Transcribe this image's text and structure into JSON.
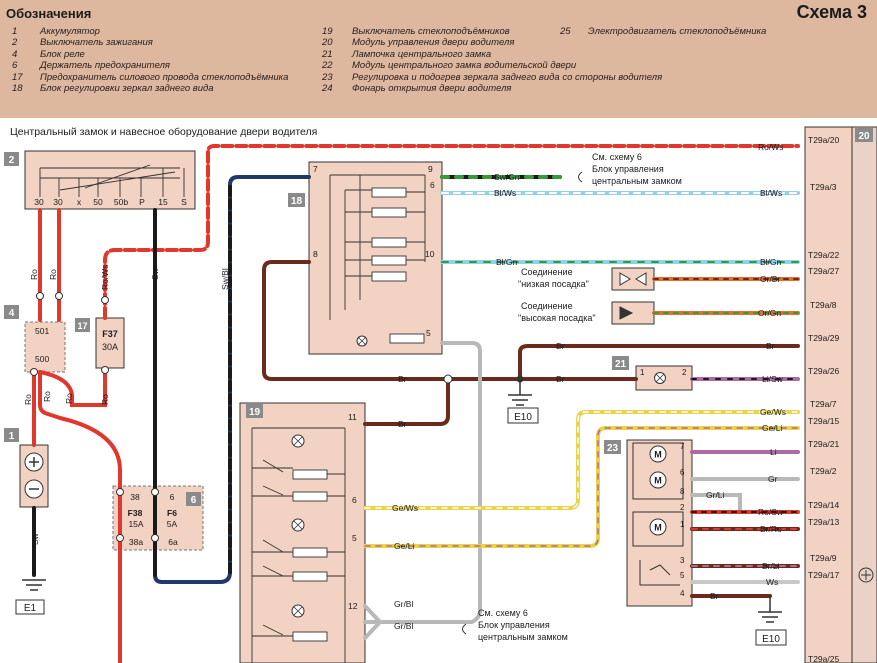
{
  "legend": {
    "title": "Обозначения",
    "scheme_title": "Схема 3",
    "col1": [
      {
        "num": "1",
        "text": "Аккумулятор"
      },
      {
        "num": "2",
        "text": "Выключатель зажигания"
      },
      {
        "num": "4",
        "text": "Блок реле"
      },
      {
        "num": "6",
        "text": "Держатель предохранителя"
      },
      {
        "num": "17",
        "text": "Предохранитель силового провода стеклоподъёмника"
      },
      {
        "num": "18",
        "text": "Блок регулировки зеркал заднего вида"
      }
    ],
    "col2": [
      {
        "num": "19",
        "text": "Выключатель стеклоподъёмников"
      },
      {
        "num": "20",
        "text": "Модуль управления двери водителя"
      },
      {
        "num": "21",
        "text": "Лампочка центрального замка"
      },
      {
        "num": "22",
        "text": "Модуль центрального замка водительской двери"
      },
      {
        "num": "23",
        "text": "Регулировка и подогрев зеркала заднего вида со стороны водителя"
      },
      {
        "num": "24",
        "text": "Фонарь открытия двери водителя"
      }
    ],
    "col3": [
      {
        "num": "25",
        "text": "Электродвигатель стеклоподъёмника"
      }
    ]
  },
  "subtitle": "Центральный замок и навесное оборудование двери водителя",
  "colors": {
    "header_bg": "#ddb79e",
    "component_fill": "#f2d2c2",
    "wire_red": "#e0382c",
    "wire_brown": "#6b2a1c",
    "wire_lightblue": "#8fd3e8",
    "wire_yellow": "#e8d448",
    "wire_orange": "#e0702c",
    "wire_purple": "#b06aa0",
    "wire_gray": "#b8b8b8",
    "wire_navy": "#1f3a68"
  },
  "components": {
    "c1": "1",
    "c2": "2",
    "c4": "4",
    "c6": "6",
    "c17": "17",
    "c18": "18",
    "c19": "19",
    "c20": "20",
    "c21": "21",
    "c23": "23"
  },
  "ignition_terminals": [
    "30",
    "30",
    "x",
    "50",
    "50b",
    "P",
    "15",
    "S"
  ],
  "relay_block": {
    "pin_top": "501",
    "pin_bottom": "500"
  },
  "fuses": {
    "f37": {
      "name": "F37",
      "rating": "30A"
    },
    "f38": {
      "name": "F38",
      "rating": "15A",
      "pin_top": "38",
      "pin_bottom": "38a"
    },
    "f6": {
      "name": "F6",
      "rating": "5A",
      "pin_top": "6",
      "pin_bottom": "6a"
    }
  },
  "wire_labels": {
    "ro_1": "Ro",
    "ro_2": "Ro",
    "ro_3": "Ro",
    "ro_4": "Ro",
    "ro_5": "Ro",
    "ro_ws": "Ro/Ws",
    "sw_1": "Sw",
    "sw_bl": "Sw/Bl",
    "sw_bat": "Sw",
    "ro_ws_top": "Ro/Ws",
    "sw_gn": "Sw/Gn",
    "bl_ws_left": "Bl/Ws",
    "bl_ws_right": "Bl/Ws",
    "bl_gn_left": "Bl/Gn",
    "bl_gn_right": "Bl/Gn",
    "or_br": "Or/Br",
    "or_gn": "Or/Gn",
    "br_1": "Br",
    "br_2": "Br",
    "br_3": "Br",
    "br_4": "Br",
    "br_11": "Br",
    "li_sw": "Li/Sw",
    "ge_ws_top": "Ge/Ws",
    "ge_li_top": "Ge/Li",
    "ge_ws": "Ge/Ws",
    "ge_li": "Ge/Li",
    "li": "Li",
    "gr": "Gr",
    "gr_li": "Gr/Li",
    "ro_sw": "Ro/Sw",
    "br_ro": "Br/Ro",
    "br_li": "Br/Li",
    "ws": "Ws",
    "br_gnd": "Br",
    "gr_bl_1": "Gr/Bl",
    "gr_bl_2": "Gr/Bl"
  },
  "module_pins": [
    "T29a/20",
    "T29a/3",
    "T29a/22",
    "T29a/27",
    "T29a/8",
    "T29a/29",
    "T29a/26",
    "T29a/7",
    "T29a/15",
    "T29a/21",
    "T29a/2",
    "T29a/14",
    "T29a/13",
    "T29a/9",
    "T29a/17",
    "T29a/25"
  ],
  "pin_numbers": {
    "p7": "7",
    "p9": "9",
    "p6": "6",
    "p8": "8",
    "p10": "10",
    "p5": "5",
    "p11": "11",
    "p6b": "6",
    "p5b": "5",
    "p12": "12",
    "p21_1": "1",
    "p21_2": "2",
    "m7": "7",
    "m6": "6",
    "m8": "8",
    "m2": "2",
    "m1": "1",
    "m3": "3",
    "m5": "5",
    "m4": "4"
  },
  "notes": {
    "scheme6_top": [
      "См. схему 6",
      "Блок управления",
      "центральным замком"
    ],
    "low_fit": [
      "Соединение",
      "\"низкая посадка\""
    ],
    "high_fit": [
      "Соединение",
      "\"высокая посадка\""
    ],
    "scheme6_bottom": [
      "См. схему 6",
      "Блок управления",
      "центральным замком"
    ]
  },
  "grounds": {
    "e1": "E1",
    "e10_top": "E10",
    "e10_bottom": "E10"
  },
  "icons": [
    "plus-icon",
    "minus-icon",
    "lamp-icon",
    "motor-icon",
    "ground-icon",
    "connector-icon",
    "window-motor-icon"
  ]
}
